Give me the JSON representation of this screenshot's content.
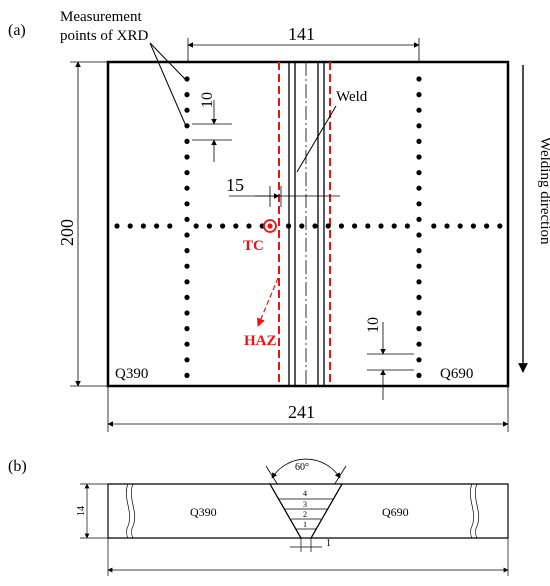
{
  "panel_a": {
    "label": "(a)",
    "annotation_xrd": [
      "Measurement",
      "points of XRD"
    ],
    "dim_width": "141",
    "dim_height": "200",
    "dim_spacing_top": "10",
    "dim_offset": "15",
    "dim_spacing_bottom": "10",
    "dim_total_width": "241",
    "weld_label": "Weld",
    "tc_label": "TC",
    "haz_label": "HAZ",
    "left_material": "Q390",
    "right_material": "Q690",
    "direction_label": "Welding direction"
  },
  "panel_b": {
    "label": "(b)",
    "angle": "60°",
    "thickness": "14",
    "left_material": "Q390",
    "right_material": "Q690",
    "gap": "1",
    "passes": [
      "1",
      "2",
      "3",
      "4"
    ]
  },
  "colors": {
    "line": "#000000",
    "haz": "#e11111"
  }
}
